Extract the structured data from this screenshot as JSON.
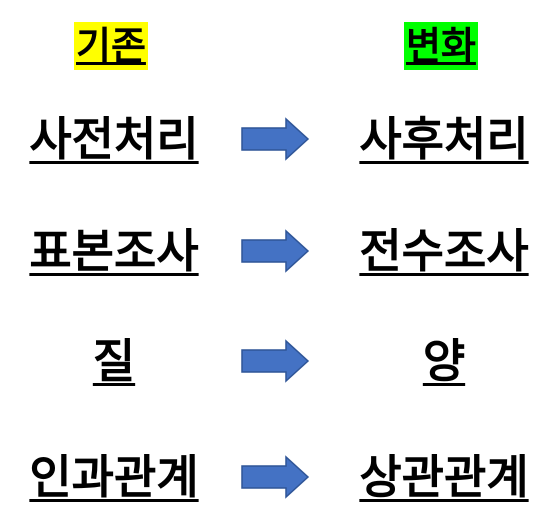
{
  "headers": {
    "before": "기존",
    "after": "변화"
  },
  "colors": {
    "before_highlight": "#ffff00",
    "after_highlight": "#00ff00",
    "arrow_fill": "#4472c4",
    "arrow_stroke": "#2f5597"
  },
  "rows": [
    {
      "before": "사전처리",
      "arrow_icon": "right-arrow-icon",
      "after": "사후처리"
    },
    {
      "before": "표본조사",
      "arrow_icon": "right-arrow-icon",
      "after": "전수조사"
    },
    {
      "before": "질",
      "arrow_icon": "right-arrow-icon",
      "after": "양"
    },
    {
      "before": "인과관계",
      "arrow_icon": "right-arrow-icon",
      "after": "상관관계"
    }
  ]
}
